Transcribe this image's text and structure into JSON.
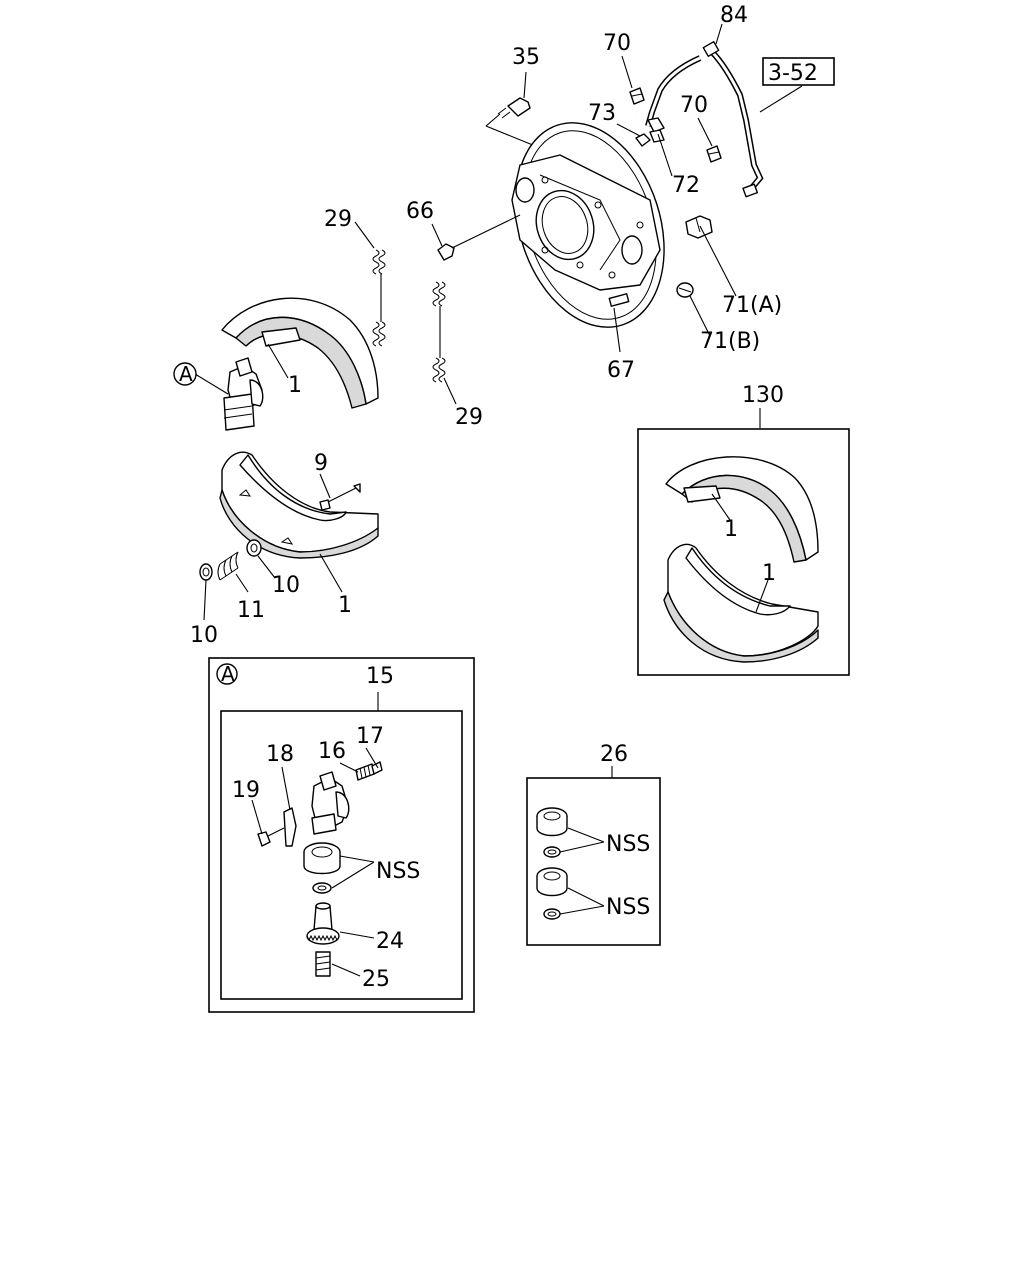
{
  "callouts": {
    "c84": "84",
    "c35": "35",
    "c70a": "70",
    "c70b": "70",
    "c73": "73",
    "c72": "72",
    "ref_3_52": "3-52",
    "c66": "66",
    "c67": "67",
    "c71a": "71(A)",
    "c71b": "71(B)",
    "c29a": "29",
    "c29b": "29",
    "c1a": "1",
    "c1b": "1",
    "c9": "9",
    "c10a": "10",
    "c10b": "10",
    "c11": "11",
    "c130": "130",
    "c1c": "1",
    "c1d": "1",
    "detail_marker_a": "A",
    "detail_a_marker": "A",
    "c15": "15",
    "c16": "16",
    "c17": "17",
    "c18": "18",
    "c19": "19",
    "c24": "24",
    "c25": "25",
    "nss_a": "NSS",
    "c26": "26",
    "nss_b": "NSS",
    "nss_c": "NSS"
  }
}
